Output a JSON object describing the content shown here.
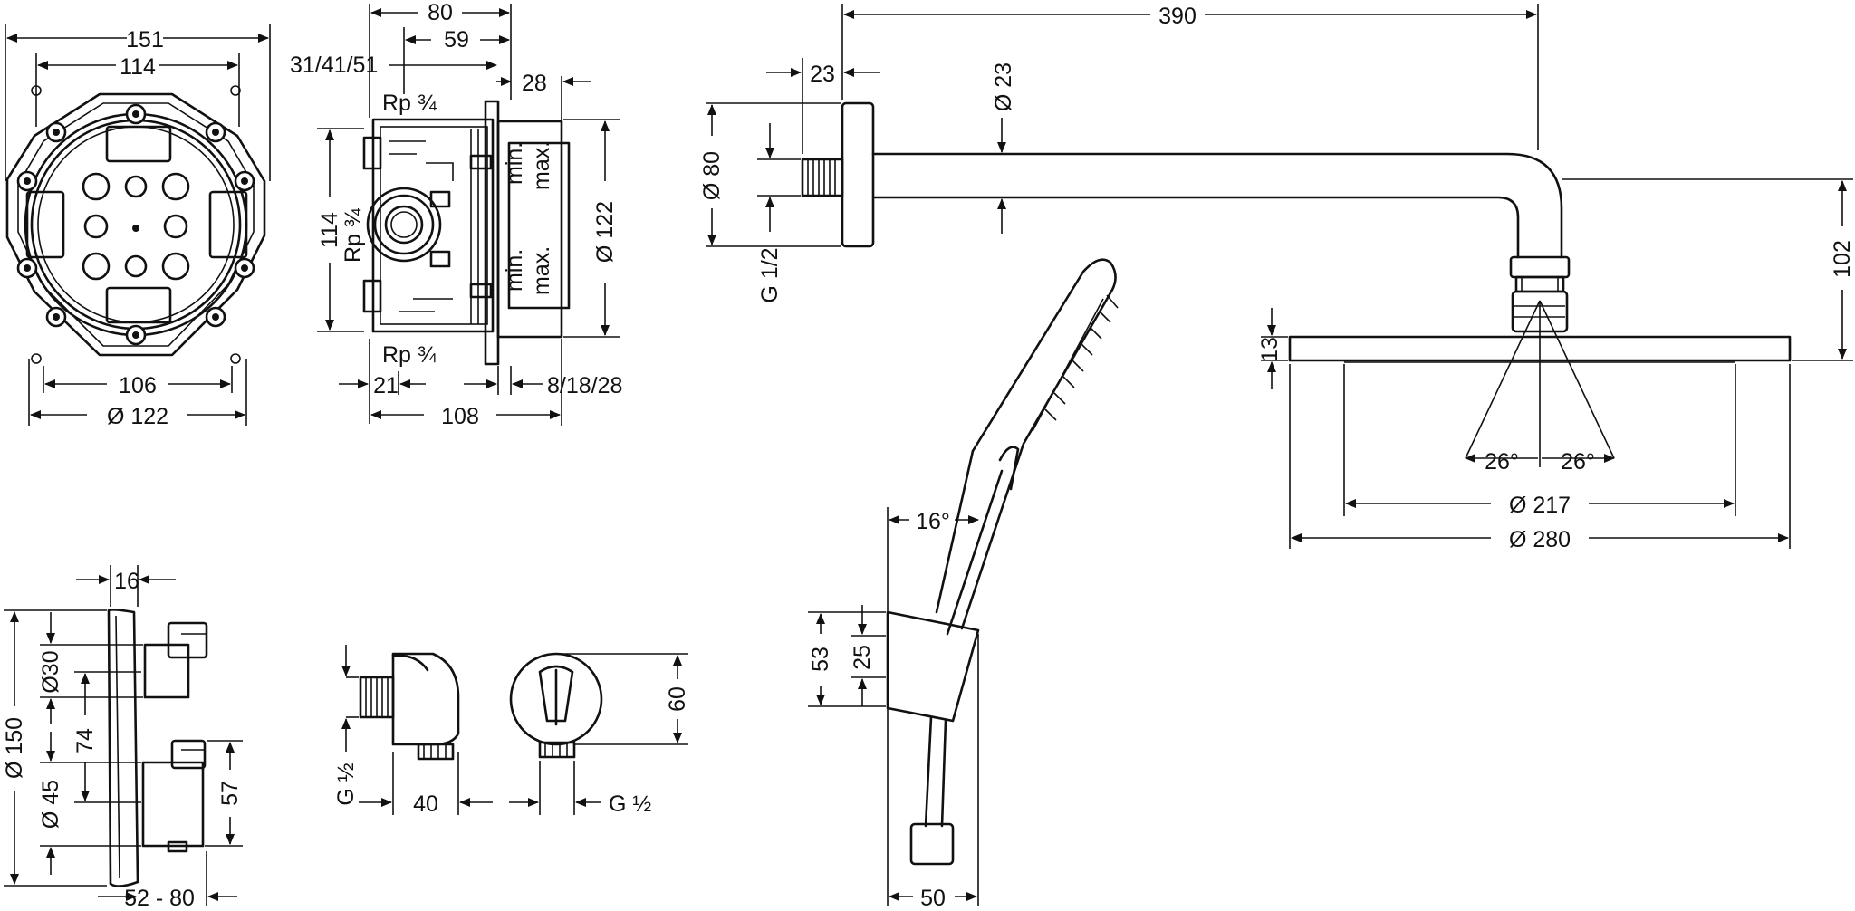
{
  "diagram": {
    "background": "#ffffff",
    "line_color": "#111111",
    "views": {
      "mounting_box_front": {
        "width_outer": "151",
        "width_inner": "114",
        "holes": "106",
        "diameter": "Ø 122"
      },
      "mounting_box_side": {
        "depth_total": "80",
        "depth_inner": "59",
        "variants": "31/41/51",
        "offset": "28",
        "thread_top": "Rp ¾",
        "thread_middle": "Rp ¾",
        "thread_bottom": "Rp ¾",
        "height": "114",
        "diameter": "Ø 122",
        "offset_left": "21",
        "tile_depth": "8/18/28",
        "depth_bottom": "108"
      },
      "shower_arm": {
        "arm_length": "390",
        "flange_depth": "23",
        "tube_diameter": "Ø 23",
        "flange_diameter": "Ø 80",
        "thread": "G 1/2",
        "drop_height": "102",
        "head_thickness": "13",
        "spray_angle_left": "26°",
        "spray_angle_right": "26°",
        "spray_diameter": "Ø 217",
        "head_diameter": "Ø 280"
      },
      "hand_shower": {
        "tilt_angle": "16°",
        "holder_height": "53",
        "holder_inner": "25",
        "holder_width": "50"
      },
      "thermostat_trim": {
        "plate_thickness": "16",
        "trim_diameter": "Ø 150",
        "knob_upper": "Ø30",
        "spacing": "74",
        "knob_lower": "Ø 45",
        "knob_height": "57",
        "projection": "52 - 80"
      },
      "wall_outlet": {
        "thread_left": "G ½",
        "depth": "40",
        "diameter": "60",
        "thread_right": "G ½"
      }
    }
  }
}
